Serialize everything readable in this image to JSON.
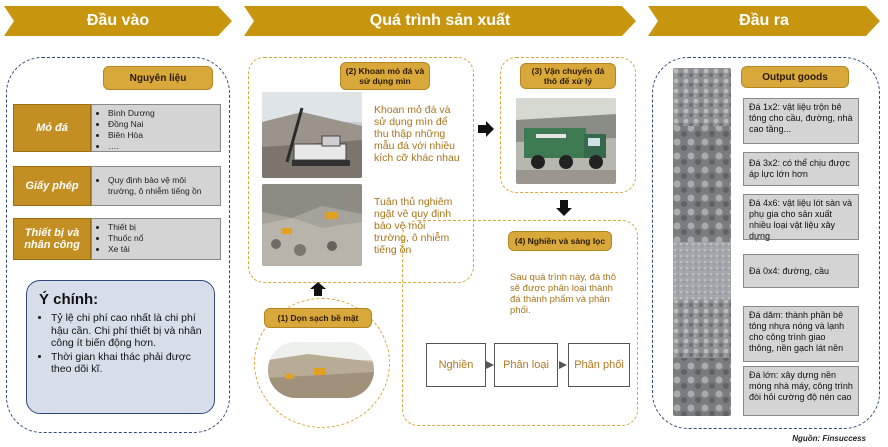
{
  "headers": {
    "input": "Đầu vào",
    "process": "Quá trình sản xuất",
    "output": "Đầu ra"
  },
  "inputs": {
    "title": "Nguyên liệu",
    "categories": [
      {
        "label": "Mỏ đá",
        "items": [
          "Bình Dương",
          "Đồng Nai",
          "Biên Hòa",
          "…."
        ]
      },
      {
        "label": "Giấy phép",
        "items": [
          "Quy định bảo vệ môi trường, ô nhiễm tiếng ồn"
        ]
      },
      {
        "label": "Thiết bị và nhân công",
        "items": [
          "Thiết bị",
          "Thuốc nổ",
          "Xe tải"
        ]
      }
    ],
    "keynote": {
      "title": "Ý chính:",
      "points": [
        "Tỷ lệ chi phí cao nhất là chi phí hậu cần. Chi phí thiết bị và nhân công ít biến động hơn.",
        "Thời gian khai thác phải được theo dõi kĩ."
      ]
    }
  },
  "process": {
    "step1": {
      "title": "(1) Dọn sạch bề mặt"
    },
    "step2": {
      "title": "(2) Khoan mỏ đá và sử dụng mìn",
      "desc1": "Khoan mỏ đá và sử dụng mìn để thu thập những mẫu đá với nhiều kích cỡ khác nhau",
      "desc2": "Tuân thủ nghiêm ngặt về quy định bảo vệ môi trường, ô nhiễm tiếng ồn"
    },
    "step3": {
      "title": "(3) Vận chuyển đá thô để xử lý"
    },
    "step4": {
      "title": "(4) Nghiền và sàng lọc",
      "desc": "Sau quá trình này, đá thô sẽ được phân loại thành đá thành phẩm và phân phối.",
      "flow": [
        "Nghiền",
        "Phân loại",
        "Phân phối"
      ]
    }
  },
  "outputs": {
    "title": "Output goods",
    "items": [
      "Đá 1x2: vật liệu trộn bê tông cho cầu, đường, nhà cao tầng...",
      "Đá 3x2: có thể chịu được áp lực lớn hơn",
      "Đá 4x6: vật liệu lót sàn và phụ gia cho sản xuất nhiều loại vật liệu xây dựng",
      "Đá 0x4: đường, cầu",
      "Đá dăm: thành phần bê tông nhựa nóng và lạnh cho công trình giao thông, nền gạch lát nền",
      "Đá lớn: xây dựng nền móng nhà máy, công trình đòi hỏi cường độ nén cao"
    ]
  },
  "source": "Nguồn: Finsuccess",
  "colors": {
    "gold": "#d8a83a",
    "banner": "#c8960e",
    "navy": "#2f4a7a",
    "grey": "#d4d4d4"
  }
}
